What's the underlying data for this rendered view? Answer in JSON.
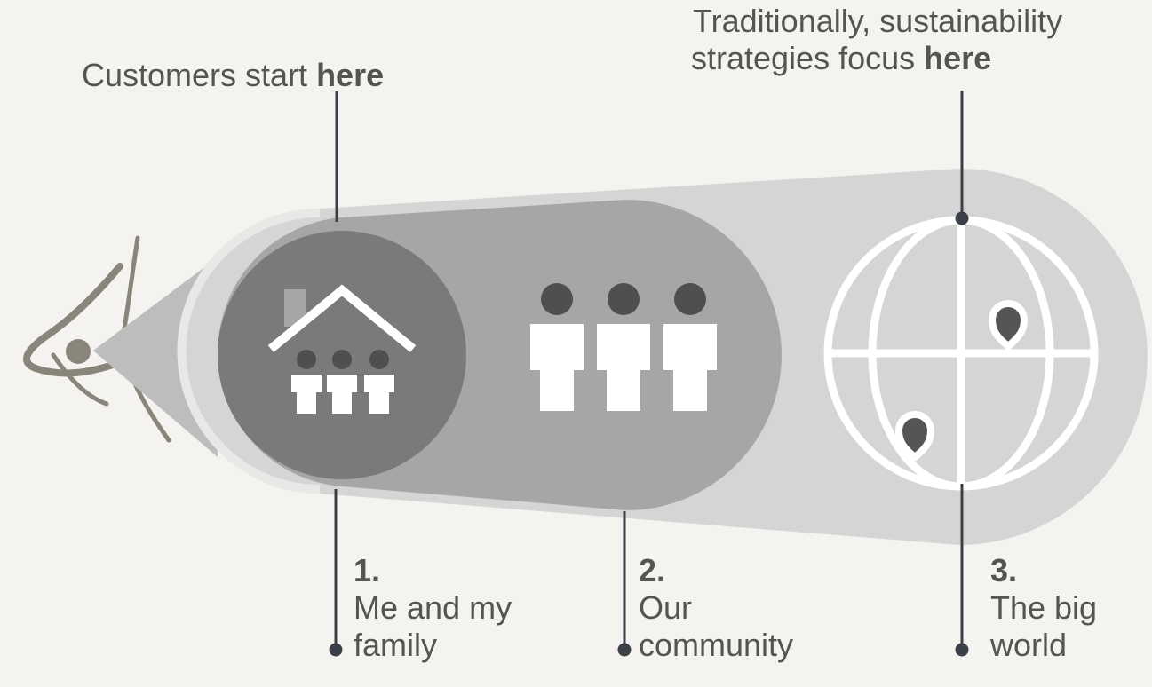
{
  "callouts": {
    "customers": {
      "text": "Customers start ",
      "emphasis": "here"
    },
    "traditional": {
      "line1": "Traditionally, sustainability",
      "line2": "strategies focus ",
      "emphasis": "here"
    }
  },
  "levels": [
    {
      "number": "1.",
      "line1": "Me and my",
      "line2": "family",
      "icon": "house-family-icon"
    },
    {
      "number": "2.",
      "line1": "Our",
      "line2": "community",
      "icon": "community-people-icon"
    },
    {
      "number": "3.",
      "line1": "The big",
      "line2": "world",
      "icon": "globe-pins-icon"
    }
  ],
  "colors": {
    "background": "#f4f3ef",
    "text": "#55554f",
    "connector": "#3b4048",
    "outer_capsule": "#d5d5d5",
    "middle_capsule": "#a6a6a6",
    "inner_circle": "#7a7a7a",
    "icon": "#ffffff",
    "pin": "#555555",
    "eye": "#8a857b"
  }
}
